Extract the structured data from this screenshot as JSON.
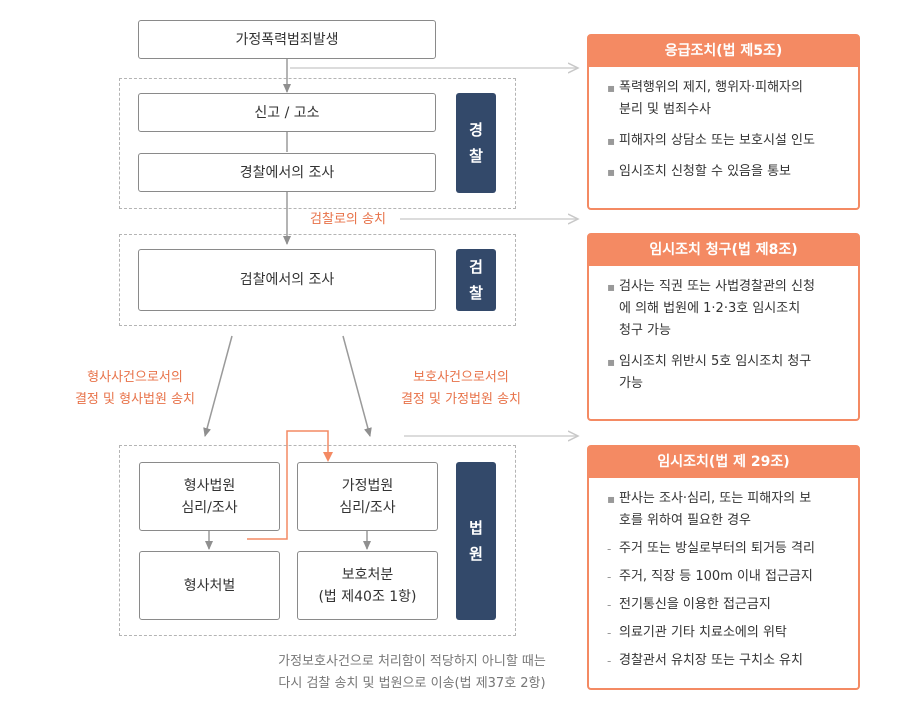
{
  "flow": {
    "start": "가정폭력범죄발생",
    "report": "신고 / 고소",
    "police_investigation": "경찰에서의 조사",
    "police_org": "경\n찰",
    "to_prosecution": "검찰로의 송치",
    "prosecution_investigation": "검찰에서의 조사",
    "prosecution_org": "검\n찰",
    "criminal_route": "형사사건으로서의\n결정 및 형사법원 송치",
    "protection_route": "보호사건으로서의\n결정 및 가정법원 송치",
    "criminal_court": "형사법원\n심리/조사",
    "family_court": "가정법원\n심리/조사",
    "criminal_punishment": "형사처벌",
    "protective_disposition": "보호처분\n(법 제40조 1항)",
    "court_org": "법\n원",
    "bottom_note": "가정보호사건으로 처리함이 적당하지 아니할 때는\n다시 검찰 송치 및 법원으로 이송(법 제37호 2항)"
  },
  "panels": [
    {
      "title": "응급조치(법 제5조)",
      "items": [
        {
          "marker": "▪",
          "text": "폭력행위의 제지, 행위자·피해자의\n분리 및 범죄수사"
        },
        {
          "marker": "▪",
          "text": "피해자의 상담소 또는 보호시설 인도"
        },
        {
          "marker": "▪",
          "text": "임시조치 신청할 수 있음을 통보"
        }
      ]
    },
    {
      "title": "임시조치 청구(법 제8조)",
      "items": [
        {
          "marker": "▪",
          "text": "검사는 직권 또는 사법경찰관의 신청\n에 의해 법원에 1·2·3호 임시조치\n청구 가능"
        },
        {
          "marker": "▪",
          "text": "임시조치 위반시 5호 임시조치 청구\n가능"
        }
      ]
    },
    {
      "title": "임시조치(법 제 29조)",
      "items": [
        {
          "marker": "▪",
          "text": "판사는 조사·심리, 또는 피해자의 보\n호를 위하여 필요한 경우"
        },
        {
          "marker": "-",
          "text": "주거 또는 방실로부터의 퇴거등 격리"
        },
        {
          "marker": "-",
          "text": "주거, 직장 등 100m 이내 접근금지"
        },
        {
          "marker": "-",
          "text": "전기통신을 이용한 접근금지"
        },
        {
          "marker": "-",
          "text": "의료기관 기타 치료소에의 위탁"
        },
        {
          "marker": "-",
          "text": "경찰관서 유치장 또는 구치소 유치"
        }
      ]
    }
  ],
  "colors": {
    "accent": "#f48a63",
    "label_text": "#e8734a",
    "org_block": "#33496a",
    "arrow": "#8a8a8a"
  }
}
